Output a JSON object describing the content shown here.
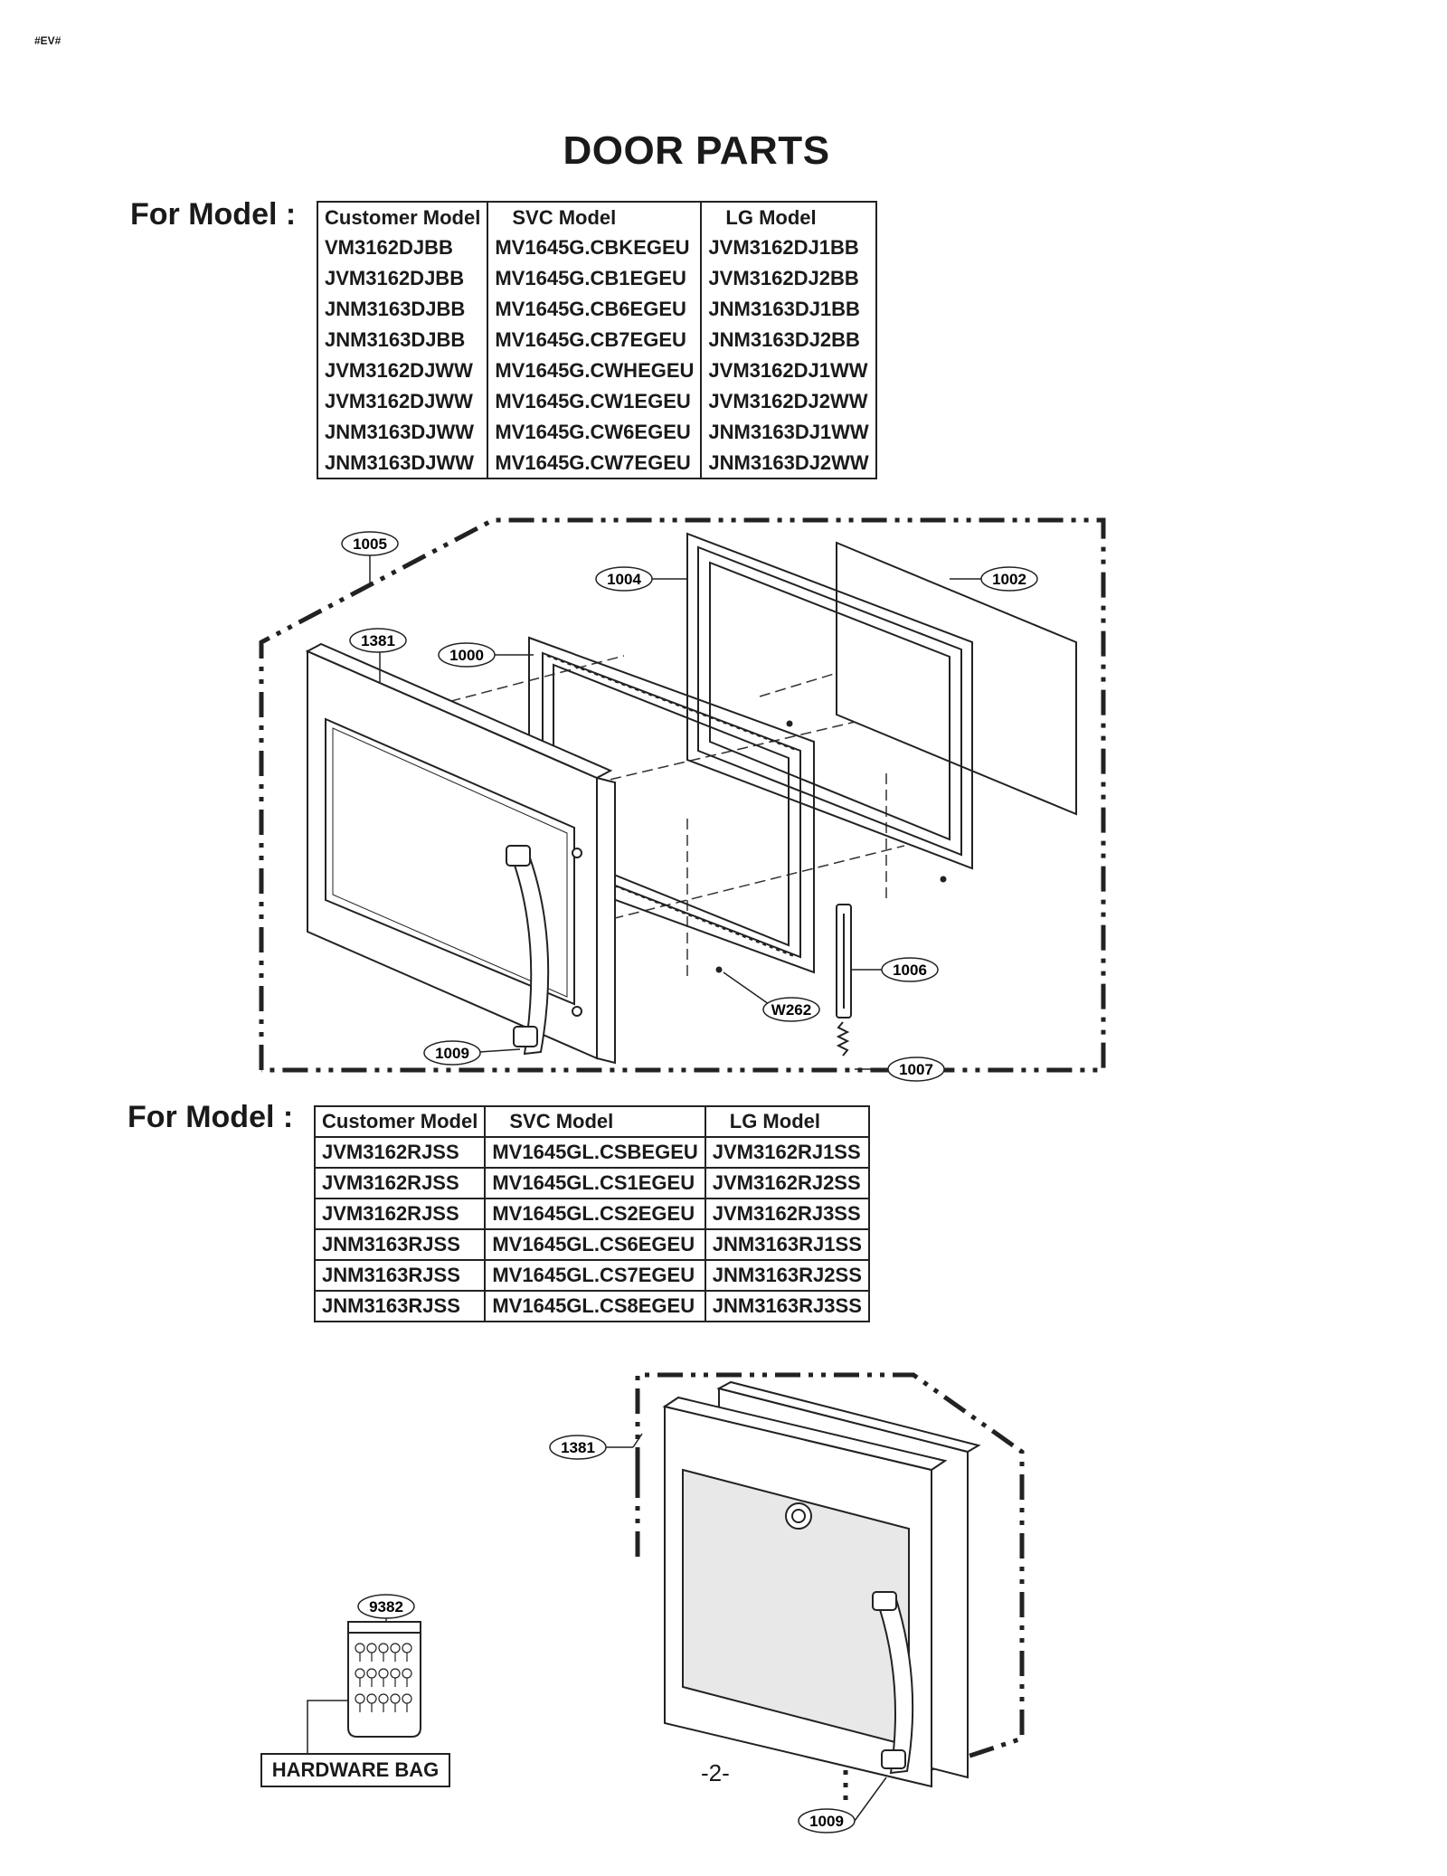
{
  "header_tag": "#EV#",
  "title": "DOOR PARTS",
  "for_model_label": "For Model :",
  "table_headers": [
    "Customer Model",
    "SVC Model",
    "LG Model"
  ],
  "models_1": [
    [
      "VM3162DJBB",
      "MV1645G.CBKEGEU",
      "JVM3162DJ1BB"
    ],
    [
      "JVM3162DJBB",
      "MV1645G.CB1EGEU",
      "JVM3162DJ2BB"
    ],
    [
      "JNM3163DJBB",
      "MV1645G.CB6EGEU",
      "JNM3163DJ1BB"
    ],
    [
      "JNM3163DJBB",
      "MV1645G.CB7EGEU",
      "JNM3163DJ2BB"
    ],
    [
      "JVM3162DJWW",
      "MV1645G.CWHEGEU",
      "JVM3162DJ1WW"
    ],
    [
      "JVM3162DJWW",
      "MV1645G.CW1EGEU",
      "JVM3162DJ2WW"
    ],
    [
      "JNM3163DJWW",
      "MV1645G.CW6EGEU",
      "JNM3163DJ1WW"
    ],
    [
      "JNM3163DJWW",
      "MV1645G.CW7EGEU",
      "JNM3163DJ2WW"
    ]
  ],
  "models_2": [
    [
      "JVM3162RJSS",
      "MV1645GL.CSBEGEU",
      "JVM3162RJ1SS"
    ],
    [
      "JVM3162RJSS",
      "MV1645GL.CS1EGEU",
      "JVM3162RJ2SS"
    ],
    [
      "JVM3162RJSS",
      "MV1645GL.CS2EGEU",
      "JVM3162RJ3SS"
    ],
    [
      "JNM3163RJSS",
      "MV1645GL.CS6EGEU",
      "JNM3163RJ1SS"
    ],
    [
      "JNM3163RJSS",
      "MV1645GL.CS7EGEU",
      "JNM3163RJ2SS"
    ],
    [
      "JNM3163RJSS",
      "MV1645GL.CS8EGEU",
      "JNM3163RJ3SS"
    ]
  ],
  "callouts_1": [
    "1005",
    "1004",
    "1002",
    "1381",
    "1000",
    "1006",
    "W262",
    "1009",
    "1007"
  ],
  "callouts_2": [
    "1381",
    "9382",
    "1009"
  ],
  "hardware_bag_label": "HARDWARE BAG",
  "page_number": "-2-"
}
